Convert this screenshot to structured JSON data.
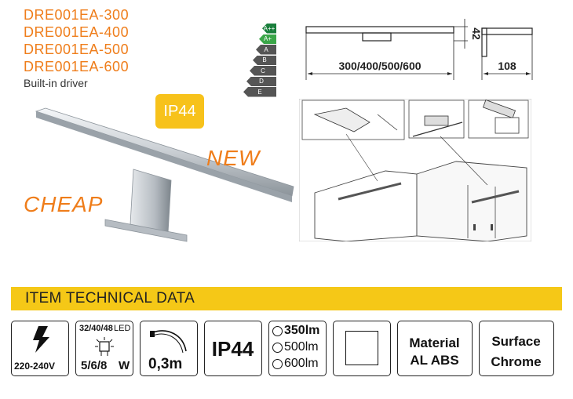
{
  "models": [
    "DRE001EA-300",
    "DRE001EA-400",
    "DRE001EA-500",
    "DRE001EA-600"
  ],
  "driver_note": "Built-in driver",
  "ip_badge": "IP44",
  "promo": {
    "new": "NEW",
    "cheap": "CHEAP"
  },
  "energy_label": {
    "classes": [
      "A++",
      "A+",
      "A",
      "B",
      "C",
      "D",
      "E"
    ],
    "colors": [
      "#1a7f3c",
      "#3aa648",
      "#555555",
      "#555555",
      "#555555",
      "#555555",
      "#555555"
    ]
  },
  "dimensions": {
    "width": "300/400/500/600",
    "height": "42",
    "depth": "108"
  },
  "section_title": "ITEM TECHNICAL DATA",
  "specs": {
    "voltage": "220-240V",
    "led_counts": "32/40/48",
    "led_word": "LED",
    "wattage": "5/6/8",
    "wattage_unit": "W",
    "cable": "0,3m",
    "ip": "IP44",
    "lumens": [
      "350lm",
      "500lm",
      "600lm"
    ],
    "material_1": "Material",
    "material_2": "AL ABS",
    "surface_1": "Surface",
    "surface_2": "Chrome"
  },
  "colors": {
    "accent_orange": "#ef7d1a",
    "accent_yellow": "#f5c817"
  }
}
